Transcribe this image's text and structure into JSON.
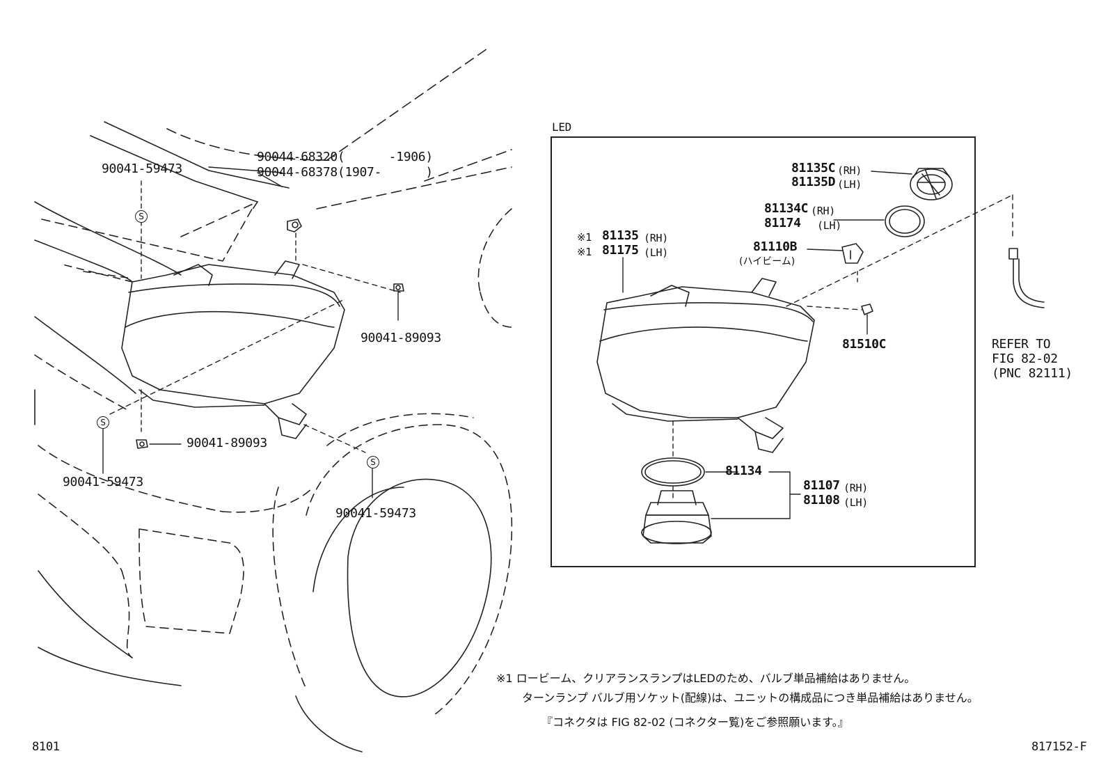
{
  "box_title": "LED",
  "left_labels": {
    "bolt_top": "90044-68320(      -1906)",
    "bolt_top2": "90044-68378(1907-      )",
    "clip_top_left": "90041-59473",
    "clip_right": "90041-89093",
    "clip_bottom_mid": "90041-89093",
    "clip_bottom_left": "90041-59473",
    "clip_bottom_right": "90041-59473"
  },
  "right_labels": {
    "cap_rh": "81135C",
    "cap_lh": "81135D",
    "ring_rh": "81134C",
    "ring_lh": "81174",
    "bulb": "81110B",
    "bulb_note": "(ハイビーム)",
    "unit_rh": "81135",
    "unit_lh": "81175",
    "note_mark": "※1",
    "small_bulb": "81510C",
    "gasket": "81134",
    "module_rh": "81107",
    "module_lh": "81108",
    "rh": "(RH)",
    "lh": "(LH)",
    "refer1": "REFER TO",
    "refer2": "FIG 82-02",
    "refer3": "(PNC 82111)"
  },
  "s_symbol": "S",
  "notes": {
    "line1": "※1 ロービーム、クリアランスランプはLEDのため、バルブ単品補給はありません。",
    "line2": "ターンランプ バルブ用ソケット(配線)は、ユニットの構成品につき単品補給はありません。",
    "line3": "『コネクタは FIG 82-02 (コネクター覧)をご参照願います。』"
  },
  "page_code": "8101",
  "figure_code": "817152-F"
}
